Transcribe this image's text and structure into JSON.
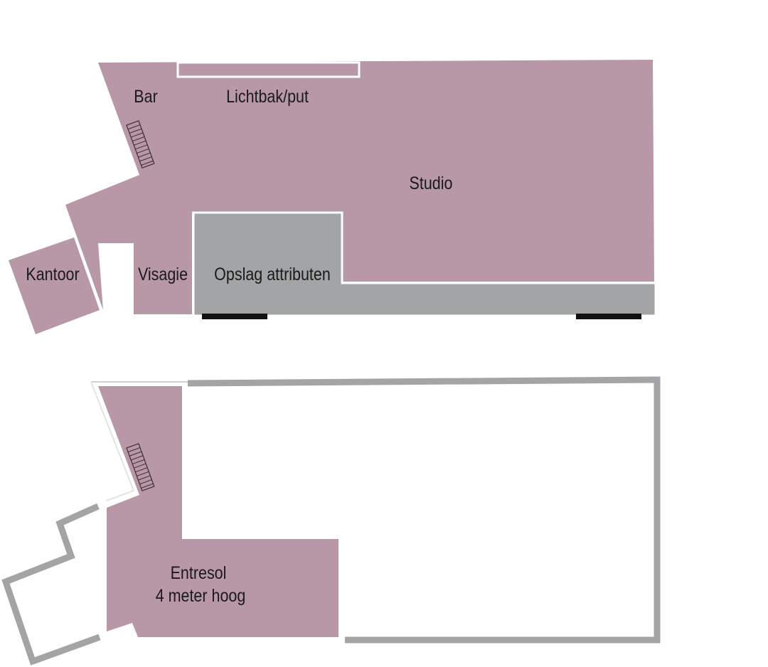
{
  "ground_floor": {
    "labels": {
      "bar": "Bar",
      "lichtbak": "Lichtbak/put",
      "studio": "Studio",
      "kantoor": "Kantoor",
      "visagie": "Visagie",
      "opslag": "Opslag attributen"
    }
  },
  "upper_floor": {
    "labels": {
      "entresol_line1": "Entresol",
      "entresol_line2": "4 meter hoog"
    }
  },
  "colors": {
    "room": "#b897a6",
    "storage": "#a3a4a6",
    "wall": "#a3a4a6",
    "door": "#111111",
    "background": "#ffffff"
  }
}
